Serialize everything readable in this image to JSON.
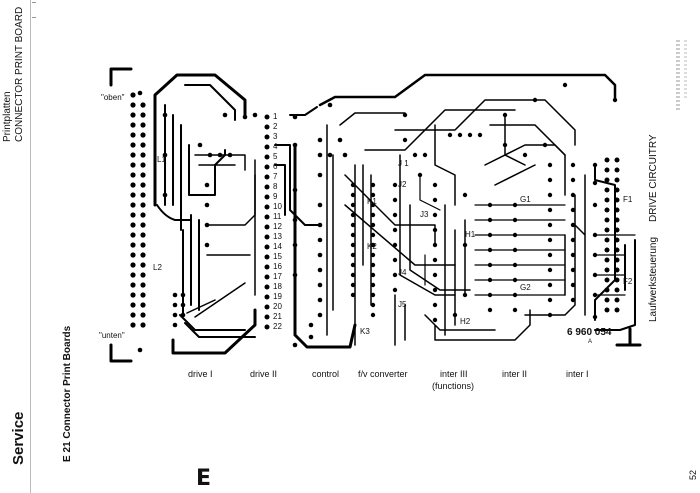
{
  "margin": {
    "section": "Service",
    "chapter": "E 21 Connector Print Boards",
    "title_de": "Printplatten",
    "title_en": "CONNECTOR PRINT BOARD",
    "page_number": "52",
    "logo": "E"
  },
  "board": {
    "title_de": "Laufwerksteuerung",
    "title_en": "DRIVE CIRCUITRY",
    "part_number": "6 960 054",
    "rev": "A",
    "top_label": "\"oben\"",
    "bottom_label": "\"unten\"",
    "pin_numbers": [
      "1",
      "2",
      "3",
      "4",
      "5",
      "6",
      "7",
      "8",
      "9",
      "10",
      "11",
      "12",
      "13",
      "14",
      "15",
      "16",
      "17",
      "18",
      "19",
      "20",
      "21",
      "22"
    ],
    "components": {
      "L1": "L1",
      "L2": "L2",
      "J1": "J 1",
      "J2": "J2",
      "J3": "J3",
      "J4": "J4",
      "J5": "J5",
      "K1": "K1",
      "K2": "K2",
      "K3": "K3",
      "G1": "G1",
      "G2": "G2",
      "H1": "H1",
      "H2": "H2",
      "F1": "F1",
      "F2": "F2"
    }
  },
  "sections": {
    "drive1": "drive I",
    "drive2": "drive II",
    "control": "control",
    "fv": "f/v converter",
    "inter3": "inter III",
    "functions": "(functions)",
    "inter2": "inter II",
    "inter1": "inter I"
  }
}
